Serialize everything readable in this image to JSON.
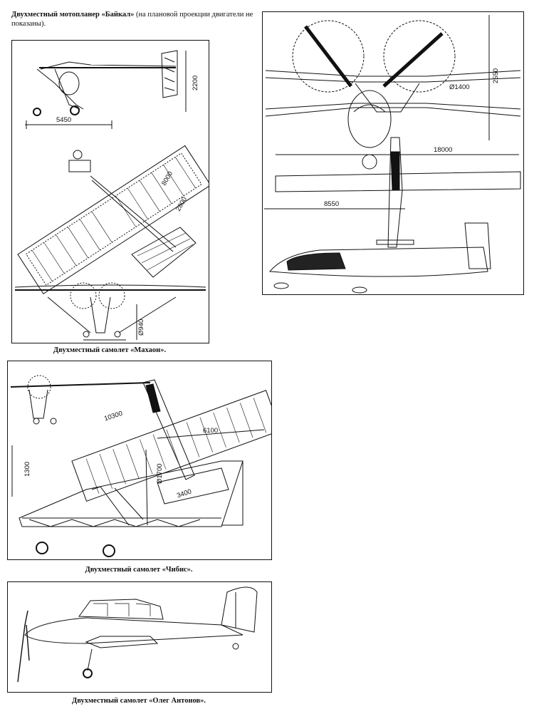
{
  "top_caption": {
    "bold": "Двухместный мотопланер «Байкал»",
    "normal": "(на плановой проекции двигатели не показаны)."
  },
  "makhaon": {
    "caption": "Двухместный самолет «Махаон».",
    "dims": {
      "height": "2200",
      "length": "5450",
      "span": "8000",
      "tail": "2800",
      "prop": "Ø940"
    }
  },
  "baikal": {
    "dims": {
      "height": "2550",
      "prop": "Ø1400",
      "span": "18000",
      "length": "8550"
    }
  },
  "chibis": {
    "caption": "Двухместный самолет «Чибис».",
    "dims": {
      "span": "10300",
      "length": "6100",
      "chord": "1300",
      "prop": "Ø1700",
      "tail": "3400"
    }
  },
  "oleg": {
    "caption": "Двухместный самолет «Олег Антонов»."
  }
}
